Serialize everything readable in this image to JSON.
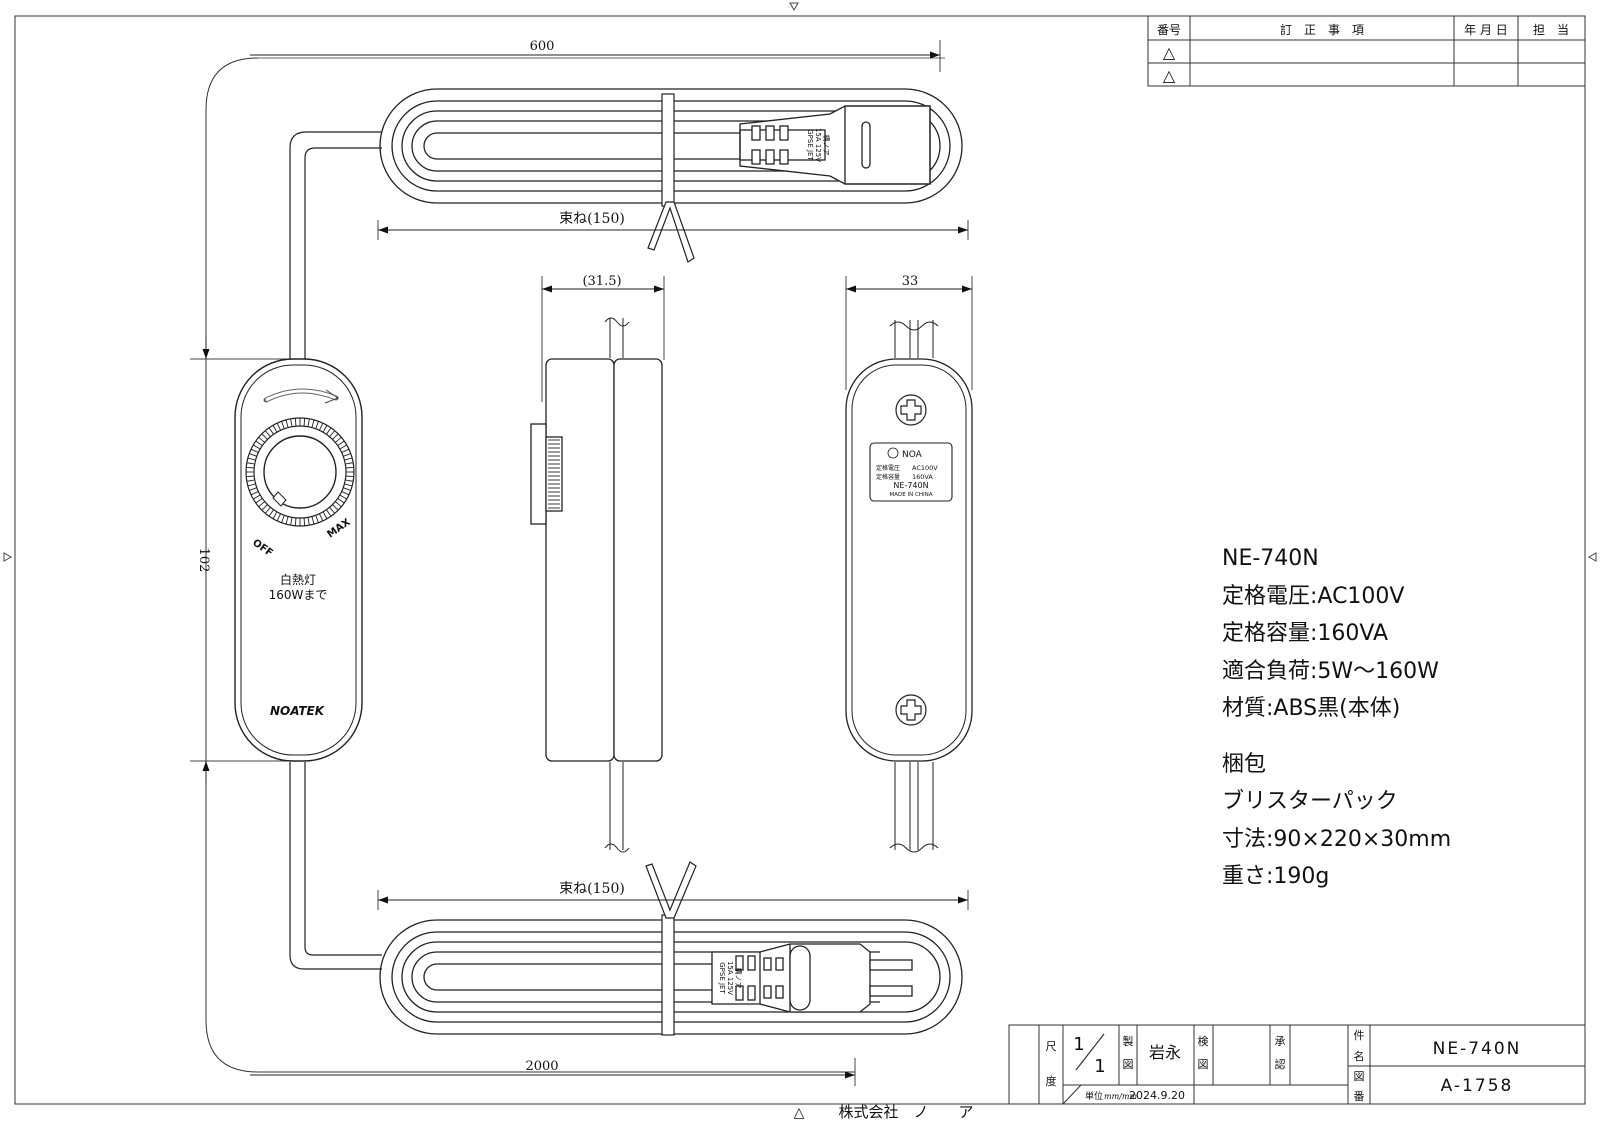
{
  "revision_table": {
    "headers": [
      "番号",
      "訂　正　事　項",
      "年 月 日",
      "担　当"
    ],
    "rows": [
      "△",
      "△"
    ]
  },
  "dimensions": {
    "top_length": "600",
    "bundle_top": "束ね(150)",
    "bundle_bottom": "束ね(150)",
    "side_width": "(31.5)",
    "back_width": "33",
    "body_height": "102",
    "bottom_length": "2000"
  },
  "front_unit": {
    "off": "OFF",
    "max": "MAX",
    "label_line1": "白熱灯",
    "label_line2": "160Wまで",
    "brand": "NOATEK"
  },
  "plug_text": {
    "line1": "GPSE JET",
    "line2": "15A 125V",
    "line3": "構ノア"
  },
  "rating_label": {
    "brand": "NOA",
    "row1_key": "定格電圧",
    "row1_val": "AC100V",
    "row2_key": "定格容量",
    "row2_val": "160VA",
    "model": "NE-740N",
    "origin": "MADE IN CHINA"
  },
  "specs": {
    "model": "NE-740N",
    "voltage": "定格電圧:AC100V",
    "capacity": "定格容量:160VA",
    "load": "適合負荷:5W～160W",
    "material": "材質:ABS黒(本体)",
    "packaging_title": "梱包",
    "packaging": "ブリスターパック",
    "size": "寸法:90×220×30mm",
    "weight": "重さ:190g"
  },
  "title_block": {
    "scale_label": "尺度",
    "scale_num": "1",
    "scale_den": "1",
    "drawn_label": "製図",
    "drawn_by": "岩永",
    "checked_label": "検図",
    "approved_label": "承認",
    "name_label": "件名",
    "name_value": "NE-740N",
    "number_label": "図番",
    "number_value": "A-1758",
    "unit_label": "単位",
    "unit_value": "mm/mm",
    "date": "2024.9.20"
  },
  "company": "株式会社　ノ　　ア",
  "footer_mark": "△"
}
